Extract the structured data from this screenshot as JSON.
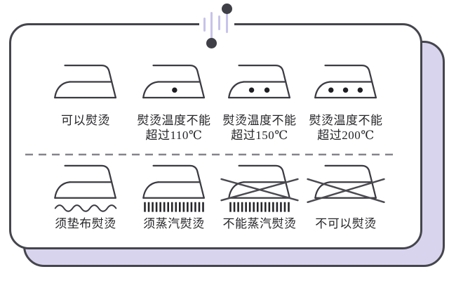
{
  "card": {
    "background_color": "#ffffff",
    "shadow_card_color": "#d9d4ee",
    "border_color": "#45454d",
    "divider_color": "#85858b"
  },
  "decoration": {
    "name": "pin-clip",
    "dot_color": "#3f3f47",
    "line_color": "#c8c3e9"
  },
  "rows": [
    {
      "cells": [
        {
          "icon": "iron-icon",
          "label_lines": [
            "可以熨烫"
          ]
        },
        {
          "icon": "iron-one-dot-icon",
          "label_lines": [
            "熨烫温度不能",
            "超过110℃"
          ]
        },
        {
          "icon": "iron-two-dots-icon",
          "label_lines": [
            "熨烫温度不能",
            "超过150℃"
          ]
        },
        {
          "icon": "iron-three-dots-icon",
          "label_lines": [
            "熨烫温度不能",
            "超过200℃"
          ]
        }
      ]
    },
    {
      "cells": [
        {
          "icon": "iron-on-cloth-icon",
          "label_lines": [
            "须垫布熨烫"
          ]
        },
        {
          "icon": "iron-steam-icon",
          "label_lines": [
            "须蒸汽熨烫"
          ]
        },
        {
          "icon": "iron-no-steam-icon",
          "label_lines": [
            "不能蒸汽熨烫"
          ]
        },
        {
          "icon": "iron-crossed-icon",
          "label_lines": [
            "不可以熨烫"
          ]
        }
      ]
    }
  ]
}
